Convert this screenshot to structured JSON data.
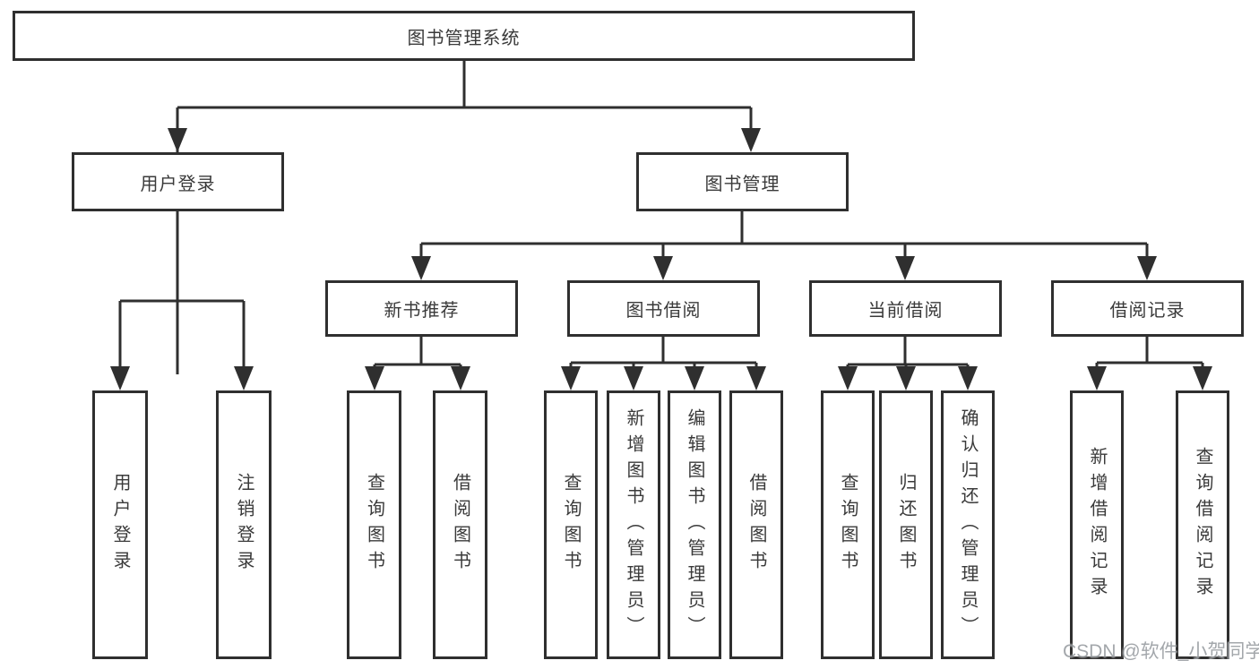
{
  "diagram": {
    "type": "hierarchy-tree",
    "root": {
      "label": "图书管理系统"
    },
    "level2": [
      {
        "label": "用户登录",
        "parent": "图书管理系统"
      },
      {
        "label": "图书管理",
        "parent": "图书管理系统"
      }
    ],
    "level3": [
      {
        "label": "新书推荐",
        "parent": "图书管理"
      },
      {
        "label": "图书借阅",
        "parent": "图书管理"
      },
      {
        "label": "当前借阅",
        "parent": "图书管理"
      },
      {
        "label": "借阅记录",
        "parent": "图书管理"
      }
    ],
    "leaves": [
      {
        "label": "用户登录",
        "parent": "用户登录"
      },
      {
        "label": "注销登录",
        "parent": "用户登录"
      },
      {
        "label": "查询图书",
        "parent": "新书推荐"
      },
      {
        "label": "借阅图书",
        "parent": "新书推荐"
      },
      {
        "label": "查询图书",
        "parent": "图书借阅"
      },
      {
        "label": "新增图书（管理员）",
        "parent": "图书借阅"
      },
      {
        "label": "编辑图书（管理员）",
        "parent": "图书借阅"
      },
      {
        "label": "借阅图书",
        "parent": "图书借阅"
      },
      {
        "label": "查询图书",
        "parent": "当前借阅"
      },
      {
        "label": "归还图书",
        "parent": "当前借阅"
      },
      {
        "label": "确认归还（管理员）",
        "parent": "当前借阅"
      },
      {
        "label": "新增借阅记录",
        "parent": "借阅记录"
      },
      {
        "label": "查询借阅记录",
        "parent": "借阅记录"
      }
    ],
    "watermark": "CSDN @软件_小贺同学",
    "colors": {
      "line": "#2f2f2f",
      "box_border": "#2f2f2f",
      "box_fill": "#ffffff",
      "text": "#3a3a3a",
      "watermark": "#898e94"
    }
  }
}
